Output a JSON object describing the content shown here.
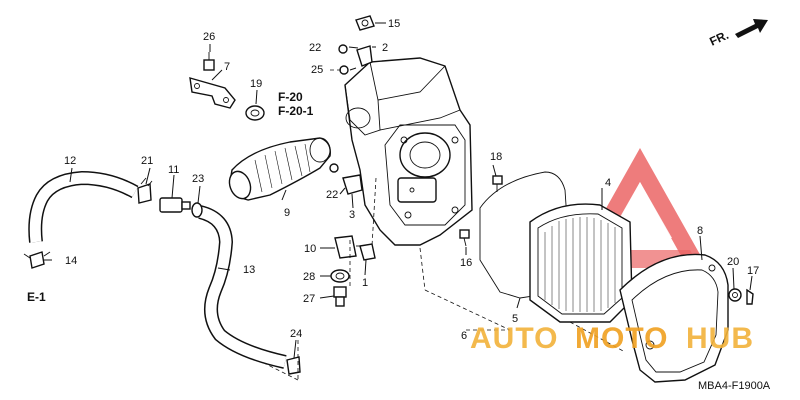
{
  "diagram": {
    "direction_label": "FR.",
    "ref_labels": [
      "F-20",
      "F-20-1",
      "E-1"
    ],
    "drawing_code": "MBA4-F1900A",
    "callouts": [
      {
        "id": "c1",
        "text": "1"
      },
      {
        "id": "c2",
        "text": "2"
      },
      {
        "id": "c3",
        "text": "3"
      },
      {
        "id": "c4",
        "text": "4"
      },
      {
        "id": "c5",
        "text": "5"
      },
      {
        "id": "c6",
        "text": "6"
      },
      {
        "id": "c7",
        "text": "7"
      },
      {
        "id": "c8",
        "text": "8"
      },
      {
        "id": "c9",
        "text": "9"
      },
      {
        "id": "c10",
        "text": "10"
      },
      {
        "id": "c11",
        "text": "11"
      },
      {
        "id": "c12",
        "text": "12"
      },
      {
        "id": "c13",
        "text": "13"
      },
      {
        "id": "c14",
        "text": "14"
      },
      {
        "id": "c15",
        "text": "15"
      },
      {
        "id": "c16",
        "text": "16"
      },
      {
        "id": "c17",
        "text": "17"
      },
      {
        "id": "c18",
        "text": "18"
      },
      {
        "id": "c19",
        "text": "19"
      },
      {
        "id": "c20",
        "text": "20"
      },
      {
        "id": "c21",
        "text": "21"
      },
      {
        "id": "c22a",
        "text": "22"
      },
      {
        "id": "c22b",
        "text": "22"
      },
      {
        "id": "c23",
        "text": "23"
      },
      {
        "id": "c24",
        "text": "24"
      },
      {
        "id": "c25",
        "text": "25"
      },
      {
        "id": "c26",
        "text": "26"
      },
      {
        "id": "c27",
        "text": "27"
      },
      {
        "id": "c28",
        "text": "28"
      }
    ]
  },
  "watermark": {
    "part1": "AUTO",
    "part2": "MOTO",
    "part3": "HUB",
    "color_primary": "#f2b23a",
    "color_secondary": "#f0a020",
    "color_logo": "#e84a4a"
  }
}
